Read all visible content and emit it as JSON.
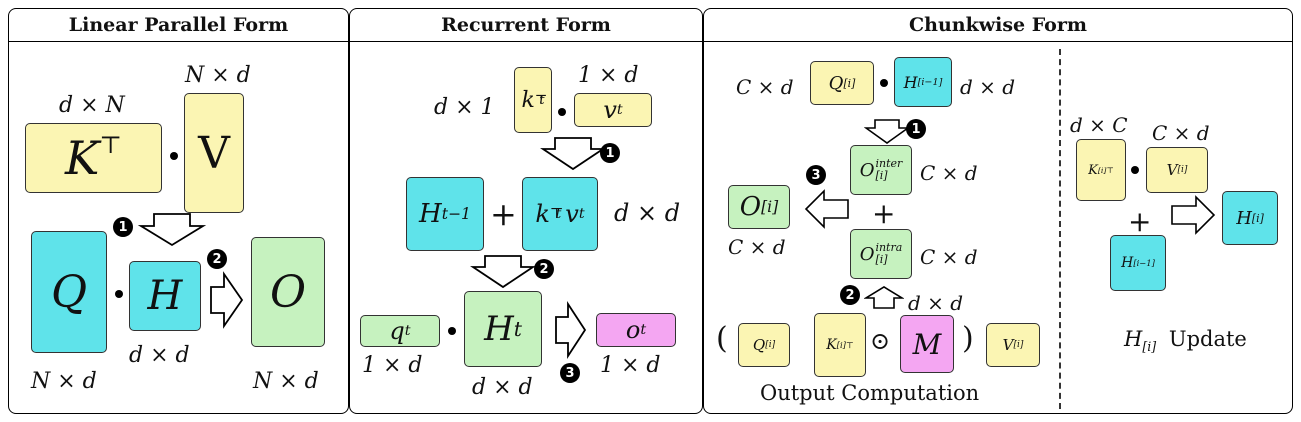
{
  "panels": {
    "linear": {
      "title": "Linear Parallel Form"
    },
    "recurrent": {
      "title": "Recurrent Form"
    },
    "chunkwise": {
      "title": "Chunkwise Form"
    }
  },
  "linear": {
    "kt_dim": "d × N",
    "v_dim": "N × d",
    "kt_label": "K",
    "kt_sup": "⊤",
    "v_label": "V",
    "q_label": "Q",
    "h_label": "H",
    "o_label": "O",
    "hd_dim": "d × d",
    "q_dim": "N × d",
    "o_dim": "N × d",
    "step1": "1",
    "step2": "2"
  },
  "recurrent": {
    "dx1": "d × 1",
    "kt": "k",
    "kt_sub": "t",
    "kt_sup": "⊤",
    "vt": "v",
    "vt_sub": "t",
    "vdim": "1 × d",
    "hprev": "H",
    "hprev_sub": "t−1",
    "plus": "+",
    "ktvt_k": "k",
    "ktvt_sup": "⊤",
    "ktvt_sub": "t",
    "ktvt_v": "v",
    "ktvt_vsub": "t",
    "hdim": "d × d",
    "qt": "q",
    "qt_sub": "t",
    "qdim": "1 × d",
    "ht": "H",
    "ht_sub": "t",
    "htdim": "d × d",
    "ot": "o",
    "ot_sub": "t",
    "odim": "1 × d",
    "step1": "1",
    "step2": "2",
    "step3": "3"
  },
  "chunkwise": {
    "cxd_left": "C × d",
    "q_top": "Q",
    "q_top_sub": "[i]",
    "h_top": "H",
    "h_top_sub": "[i−1]",
    "dxd_top": "d × d",
    "o_inter": "O",
    "o_inter_sup": "inter",
    "o_inter_sub": "[i]",
    "o_inter_dim": "C × d",
    "plus": "+",
    "o_intra": "O",
    "o_intra_sup": "intra",
    "o_intra_sub": "[i]",
    "o_intra_dim": "C × d",
    "o_out": "O",
    "o_out_sub": "[i]",
    "o_out_dim": "C × d",
    "dxd_mid": "d × d",
    "paren_open": "(",
    "paren_close": ")",
    "q_bot": "Q",
    "q_bot_sub": "[i]",
    "k_bot": "K",
    "k_bot_sub": "[i]",
    "k_bot_sup": "⊤",
    "odot": "⊙",
    "m_label": "M",
    "v_bot": "V",
    "v_bot_sub": "[i]",
    "output_caption": "Output Computation",
    "right_dxc": "d × C",
    "right_cxd": "C × d",
    "k_r": "K",
    "k_r_sub": "[i]",
    "k_r_sup": "⊤",
    "v_r": "V",
    "v_r_sub": "[i]",
    "plus_r": "+",
    "h_r_prev": "H",
    "h_r_prev_sub": "[i−1]",
    "h_r_new": "H",
    "h_r_new_sub": "[i]",
    "update_h": "H",
    "update_h_sub": "[i]",
    "update_caption": "Update",
    "step1": "1",
    "step2": "2",
    "step3": "3"
  },
  "colors": {
    "yellow": "#fbf5b3",
    "cyan": "#5fe3ea",
    "green": "#c6f2bf",
    "pink": "#f4a6f2"
  }
}
